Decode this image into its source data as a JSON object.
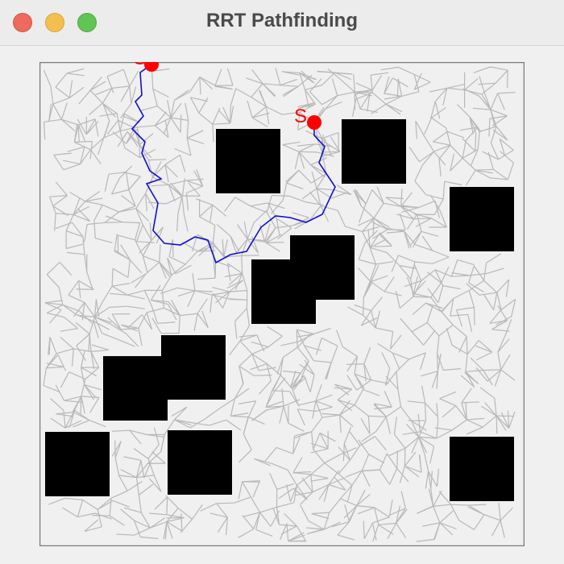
{
  "window": {
    "title": "RRT Pathfinding",
    "controls": [
      "close",
      "minimize",
      "maximize"
    ]
  },
  "scene": {
    "start_label": "S",
    "goal_label": "G",
    "colors": {
      "tree": "#b8b8b8",
      "path": "#1010d0",
      "obstacle": "#000000",
      "marker": "#ff0000",
      "border": "#7a7a7a",
      "background": "#f0f0f0"
    }
  }
}
